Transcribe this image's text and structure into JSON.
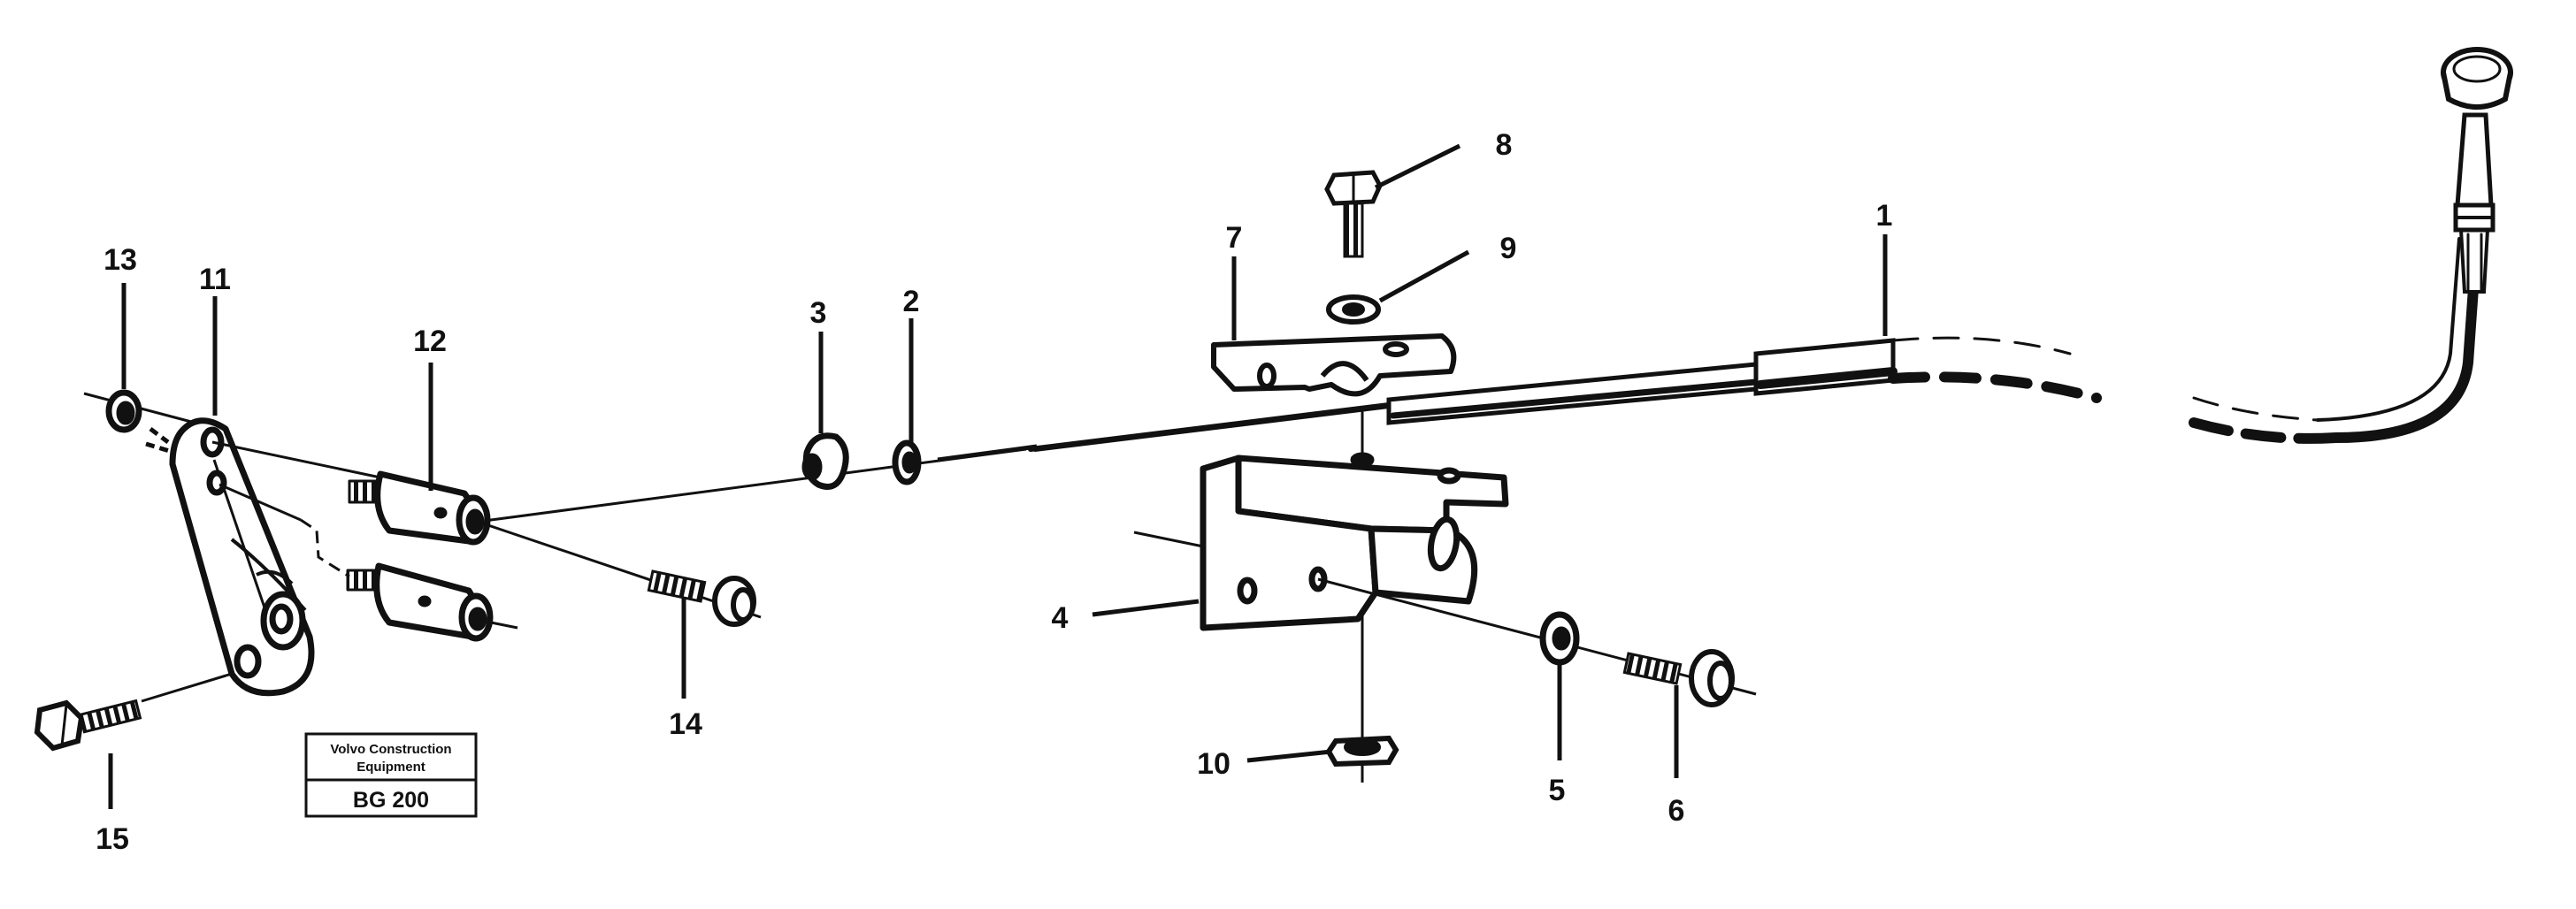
{
  "callouts": [
    {
      "id": "1",
      "label": "1"
    },
    {
      "id": "2",
      "label": "2"
    },
    {
      "id": "3",
      "label": "3"
    },
    {
      "id": "4",
      "label": "4"
    },
    {
      "id": "5",
      "label": "5"
    },
    {
      "id": "6",
      "label": "6"
    },
    {
      "id": "7",
      "label": "7"
    },
    {
      "id": "8",
      "label": "8"
    },
    {
      "id": "9",
      "label": "9"
    },
    {
      "id": "10",
      "label": "10"
    },
    {
      "id": "11",
      "label": "11"
    },
    {
      "id": "12",
      "label": "12"
    },
    {
      "id": "13",
      "label": "13"
    },
    {
      "id": "14",
      "label": "14"
    },
    {
      "id": "15",
      "label": "15"
    }
  ],
  "stamp": {
    "line1": "Volvo Construction",
    "line2": "Equipment",
    "code": "BG 200"
  },
  "colors": {
    "ink": "#111111",
    "paper": "#ffffff"
  }
}
